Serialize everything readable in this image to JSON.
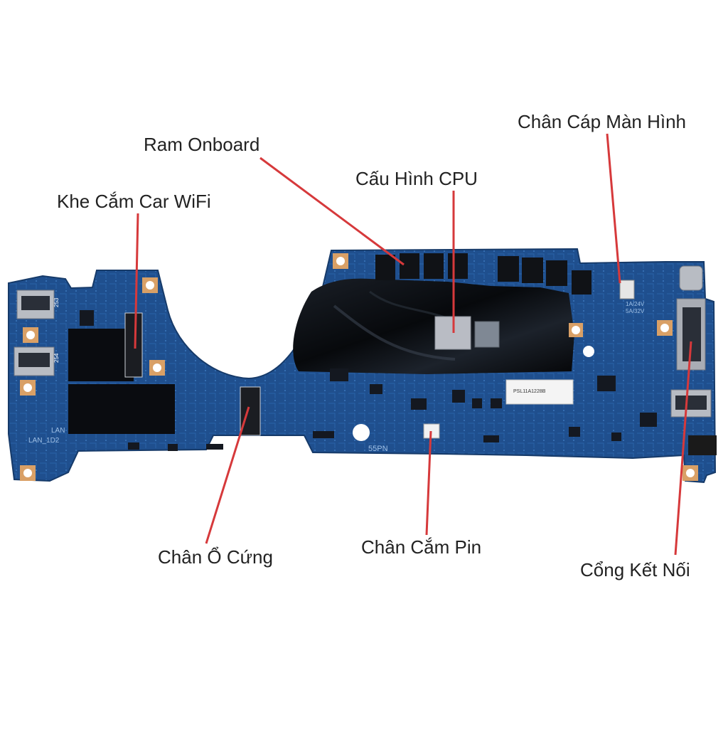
{
  "colors": {
    "board": "#1f4f8e",
    "board_dark": "#173e72",
    "heat_shield": "#0c0f14",
    "gold": "#d9a066",
    "leader_line": "#d6393b",
    "label_text": "#222222"
  },
  "board_markings": {
    "sticker_code": "PSL11A1228B",
    "lan_left": "LAN_1D2",
    "lan_left_2": "LAN",
    "board_code": "55PN",
    "volt_label": "1A/24V",
    "volt_label_2": "5A/32V",
    "usb_a_top": "253",
    "usb_a_bottom": "254"
  },
  "callouts": [
    {
      "id": "ram-onboard",
      "label": "Ram Onboard"
    },
    {
      "id": "cpu",
      "label": "Cấu Hình CPU"
    },
    {
      "id": "display-cable",
      "label": "Chân Cáp Màn Hình"
    },
    {
      "id": "wifi-slot",
      "label": "Khe Cắm Car WiFi"
    },
    {
      "id": "ssd-connector",
      "label": "Chân Ổ Cứng"
    },
    {
      "id": "battery-connector",
      "label": "Chân Cắm Pin"
    },
    {
      "id": "ports",
      "label": "Cổng Kết Nối"
    }
  ]
}
